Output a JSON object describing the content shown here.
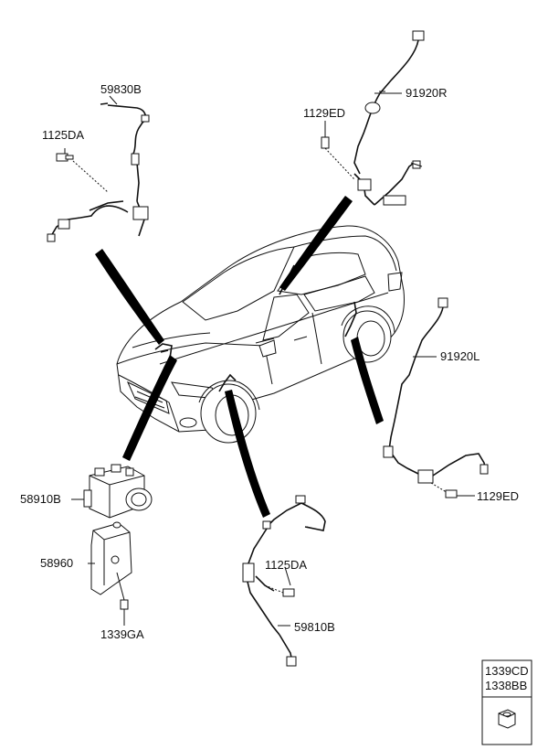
{
  "parts": {
    "wheel_sensor_front_left": "59830B",
    "bolt_front_left": "1125DA",
    "bolt_rear_right": "1129ED",
    "wheel_sensor_rear_right": "91920R",
    "wheel_sensor_rear_left": "91920L",
    "bolt_rear_left": "1129ED",
    "hecu_module": "58910B",
    "bracket": "58960",
    "bracket_nut": "1339GA",
    "bolt_front_right": "1125DA",
    "wheel_sensor_front_right": "59810B"
  },
  "legend_box": {
    "code_1": "1339CD",
    "code_2": "1338BB"
  }
}
